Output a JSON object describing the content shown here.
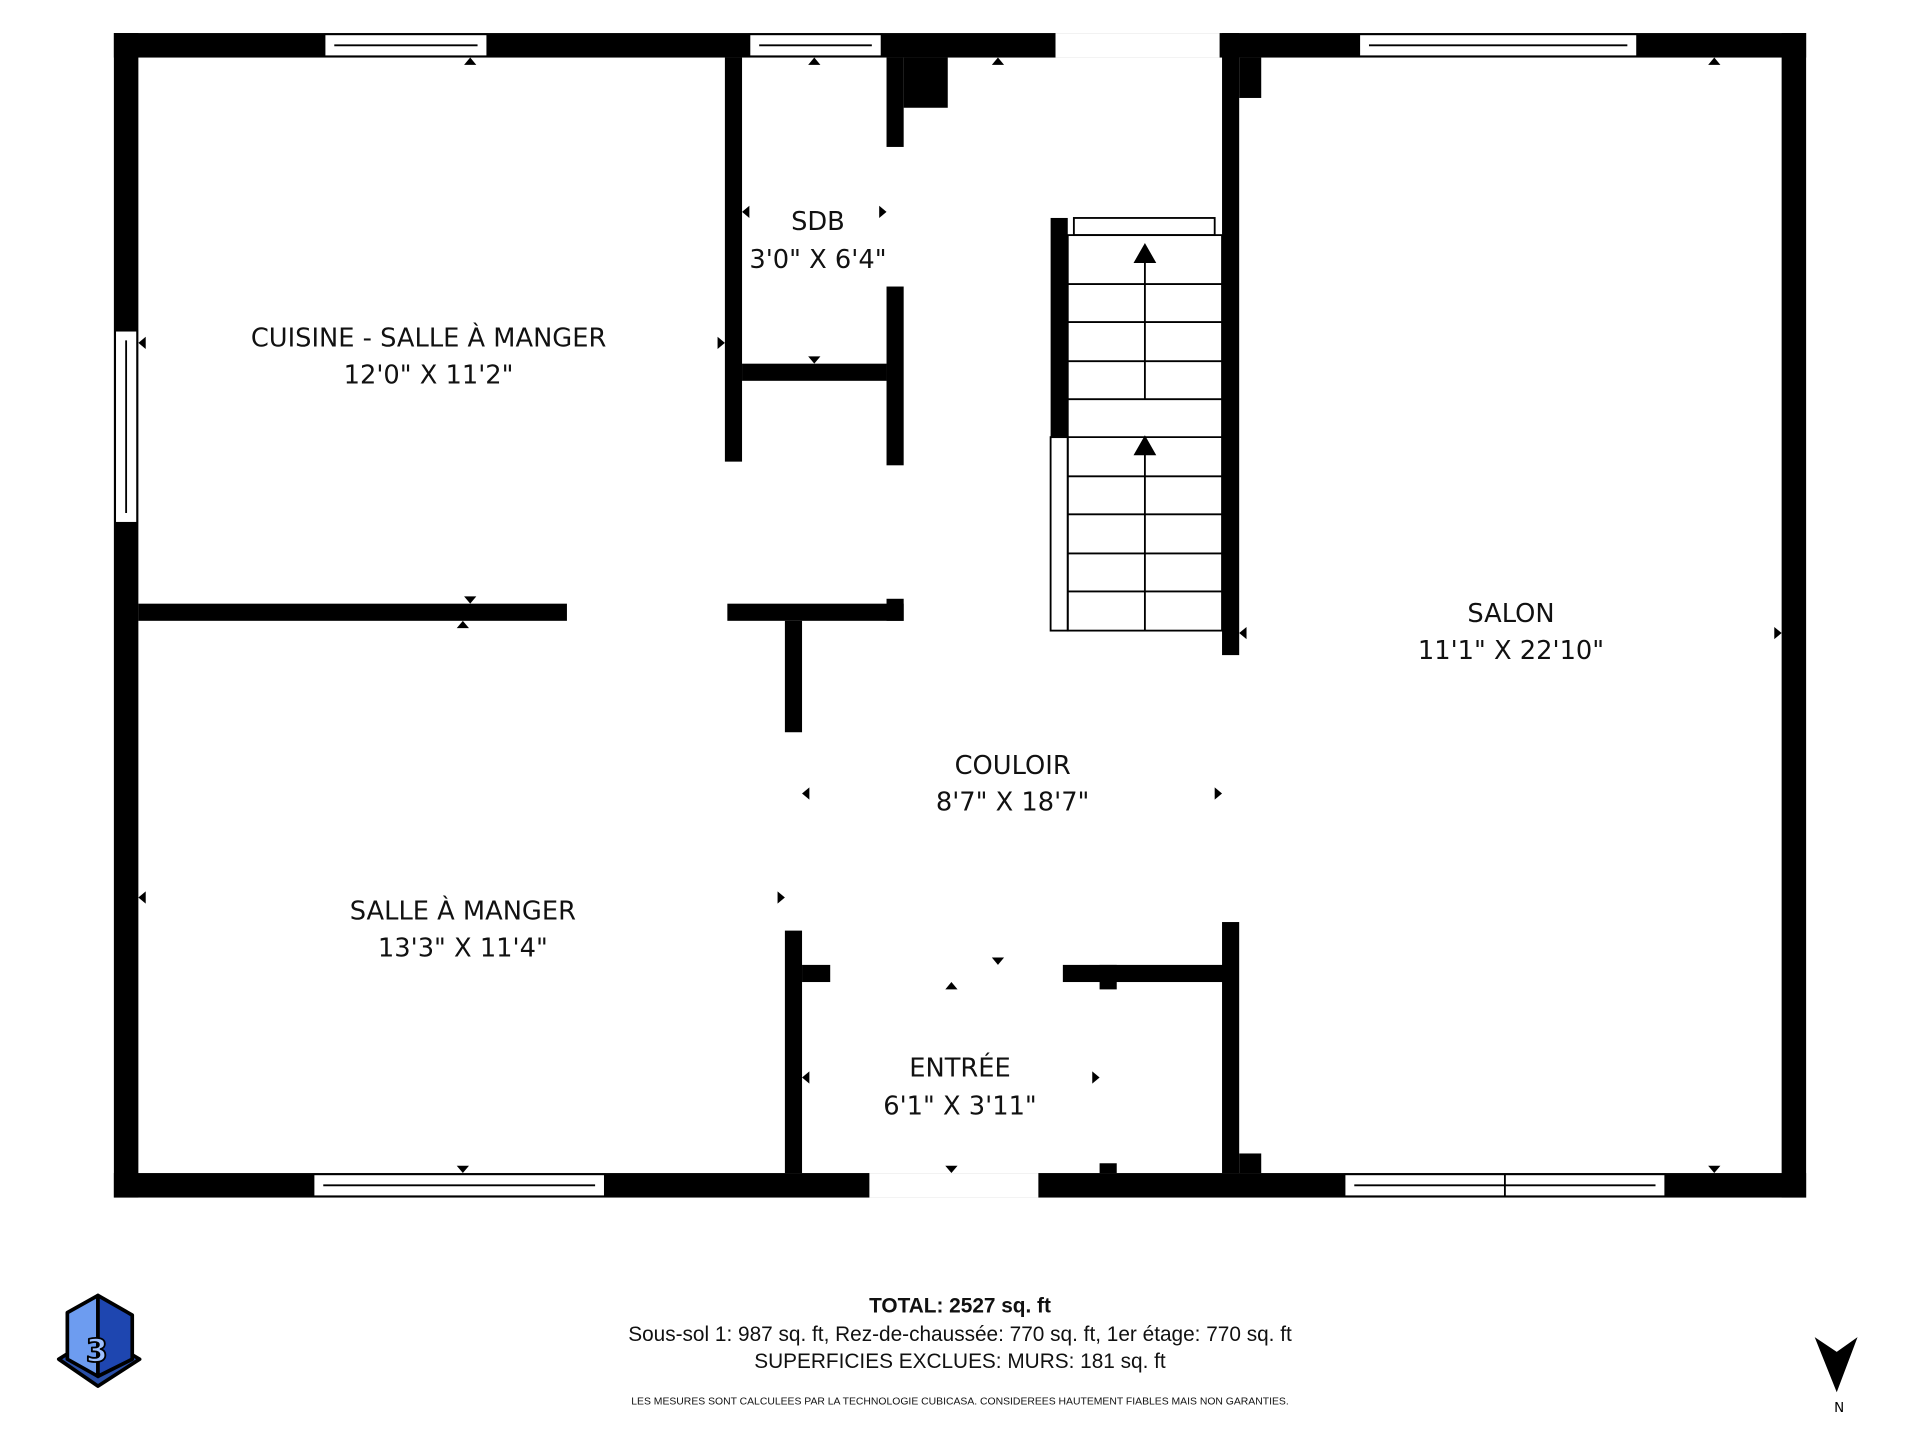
{
  "rooms": {
    "cuisine": {
      "name": "CUISINE - SALLE À MANGER",
      "dims": "12'0\" X 11'2\""
    },
    "sdb": {
      "name": "SDB",
      "dims": "3'0\" X 6'4\""
    },
    "salon": {
      "name": "SALON",
      "dims": "11'1\" X 22'10\""
    },
    "couloir": {
      "name": "COULOIR",
      "dims": "8'7\" X 18'7\""
    },
    "salle": {
      "name": "SALLE À MANGER",
      "dims": "13'3\" X 11'4\""
    },
    "entree": {
      "name": "ENTRÉE",
      "dims": "6'1\" X 3'11\""
    }
  },
  "footer": {
    "total": "TOTAL: 2527 sq. ft",
    "floors": "Sous-sol 1: 987 sq. ft, Rez-de-chaussée: 770 sq. ft, 1er étage: 770 sq. ft",
    "excluded": "SUPERFICIES EXCLUES: MURS: 181 sq. ft",
    "disclaimer": "LES MESURES SONT CALCULEES PAR LA TECHNOLOGIE CUBICASA. CONSIDEREES HAUTEMENT FIABLES MAIS NON GARANTIES."
  },
  "compass": {
    "label": "N"
  },
  "logo": {
    "icon": "3d-cube-logo",
    "color": "#3a6fd8"
  },
  "colors": {
    "wall": "#000000",
    "background": "#ffffff"
  }
}
